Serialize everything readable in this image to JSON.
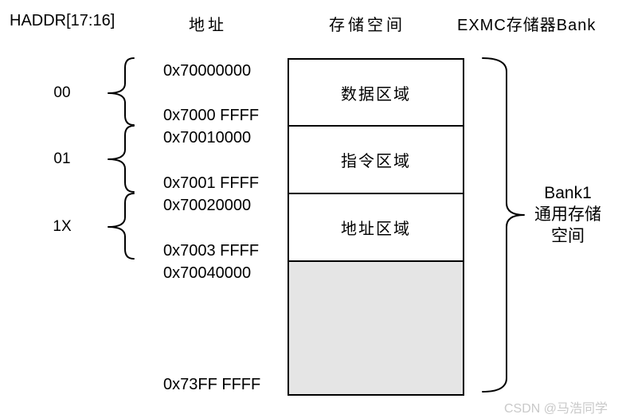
{
  "headers": {
    "haddr": "HADDR[17:16]",
    "address": "地址",
    "memory_space": "存储空间",
    "exmc_bank": "EXMC存储器Bank"
  },
  "haddr_values": [
    "00",
    "01",
    "1X"
  ],
  "addresses": [
    "0x70000000",
    "0x7000 FFFF",
    "0x70010000",
    "0x7001 FFFF",
    "0x70020000",
    "0x7003 FFFF",
    "0x70040000",
    "0x73FF FFFF"
  ],
  "regions": [
    {
      "label": "数据区域",
      "fill": "#ffffff"
    },
    {
      "label": "指令区域",
      "fill": "#ffffff"
    },
    {
      "label": "地址区域",
      "fill": "#ffffff"
    },
    {
      "label": "",
      "fill": "#e5e5e5"
    }
  ],
  "bank_label": {
    "line1": "Bank1",
    "line2": "通用存储",
    "line3": "空间"
  },
  "watermark": "CSDN @马浩同学",
  "colors": {
    "line": "#000000",
    "reserved_fill": "#e5e5e5",
    "watermark": "#c9c9c9",
    "background": "#ffffff"
  }
}
